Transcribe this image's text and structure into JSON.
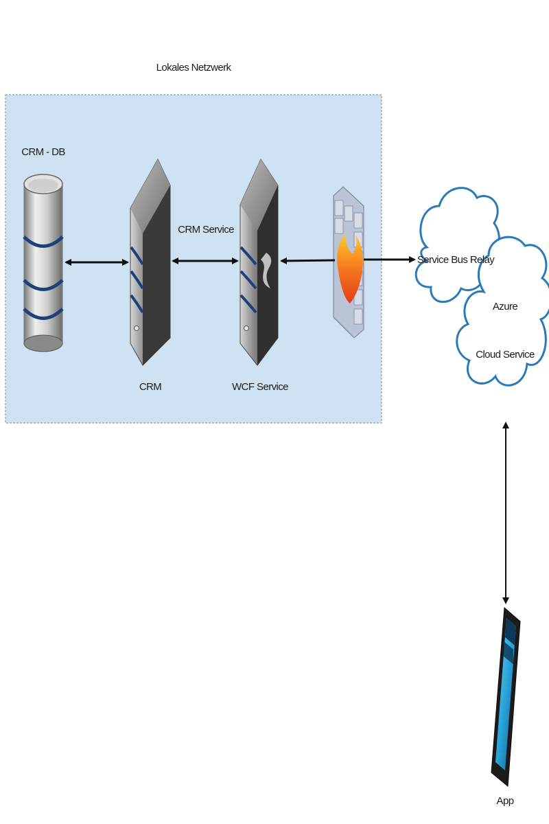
{
  "diagram": {
    "network_title": "Lokales Netzwerk",
    "nodes": {
      "crm_db": "CRM - DB",
      "crm": "CRM",
      "wcf": "WCF Service",
      "relay": "Service Bus Relay",
      "azure_line1": "Azure",
      "azure_line2": "Cloud Service",
      "app": "App"
    },
    "edges": {
      "crm_wcf": "CRM Service"
    }
  },
  "colors": {
    "network_fill": "#cfe2f3",
    "network_border": "#9a9a9a",
    "cloud_stroke": "#2a7ab8",
    "arrow": "#111111",
    "server_dark": "#2b2b2b",
    "server_light": "#9a9a9a",
    "disk_blue": "#1f3f7a",
    "firewall_flame": "#f08a1c",
    "phone_screen": "#2aa3d8"
  }
}
